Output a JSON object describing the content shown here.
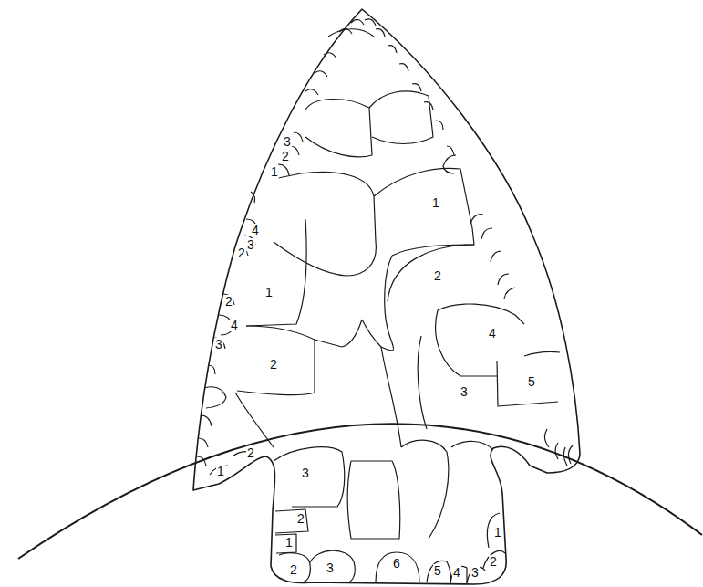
{
  "diagram": {
    "labels": [
      "3",
      "2",
      "1",
      "1",
      "4",
      "3",
      "2",
      "2",
      "1",
      "2",
      "4",
      "4",
      "3",
      "2",
      "5",
      "3",
      "2",
      "1",
      "3",
      "2",
      "1",
      "1",
      "2",
      "6",
      "3",
      "2",
      "5",
      "4",
      "3"
    ]
  }
}
